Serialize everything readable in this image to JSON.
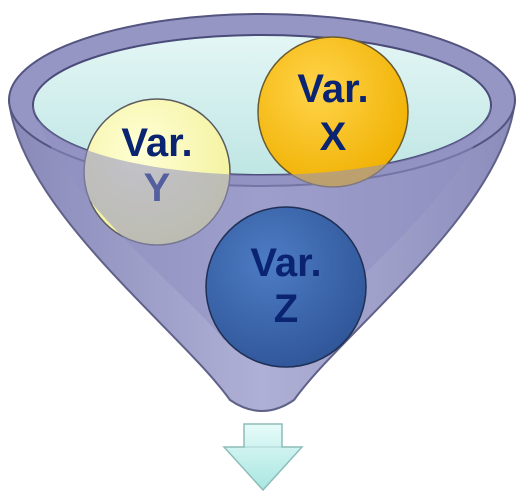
{
  "balls": [
    {
      "id": "y",
      "line1": "Var.",
      "line2": "Y",
      "fill": "#fbfbb4"
    },
    {
      "id": "x",
      "line1": "Var.",
      "line2": "X",
      "fill": "#f7c21b"
    },
    {
      "id": "z",
      "line1": "Var.",
      "line2": "Z",
      "fill": "#3a64ad"
    }
  ],
  "colors": {
    "funnel_body": "#9e9ec9",
    "funnel_edge": "#53547f",
    "rim_inner": "#cfeeed",
    "label_text": "#0a2472",
    "arrow_fill": "#c8f2ef",
    "arrow_stroke": "#8dbcb9"
  },
  "icons": {
    "output_arrow": "down-arrow-icon"
  }
}
